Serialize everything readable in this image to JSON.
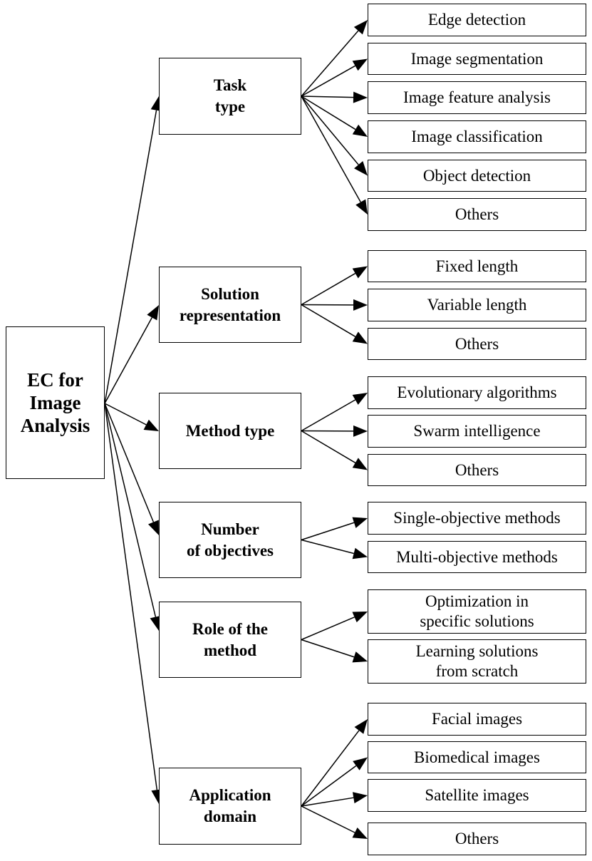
{
  "colors": {
    "line": "#000000",
    "box_border": "#000000",
    "background": "#ffffff"
  },
  "root": {
    "label": "EC for\nImage\nAnalysis"
  },
  "categories": [
    {
      "label": "Task\ntype",
      "children": [
        "Edge detection",
        "Image segmentation",
        "Image feature analysis",
        "Image classification",
        "Object detection",
        "Others"
      ]
    },
    {
      "label": "Solution\nrepresentation",
      "children": [
        "Fixed length",
        "Variable length",
        "Others"
      ]
    },
    {
      "label": "Method type",
      "children": [
        "Evolutionary algorithms",
        "Swarm intelligence",
        "Others"
      ]
    },
    {
      "label": "Number\nof objectives",
      "children": [
        "Single-objective methods",
        "Multi-objective methods"
      ]
    },
    {
      "label": "Role of the\nmethod",
      "children": [
        "Optimization in\nspecific solutions",
        "Learning solutions\nfrom scratch"
      ]
    },
    {
      "label": "Application\ndomain",
      "children": [
        "Facial images",
        "Biomedical images",
        "Satellite images",
        "Others"
      ]
    }
  ]
}
